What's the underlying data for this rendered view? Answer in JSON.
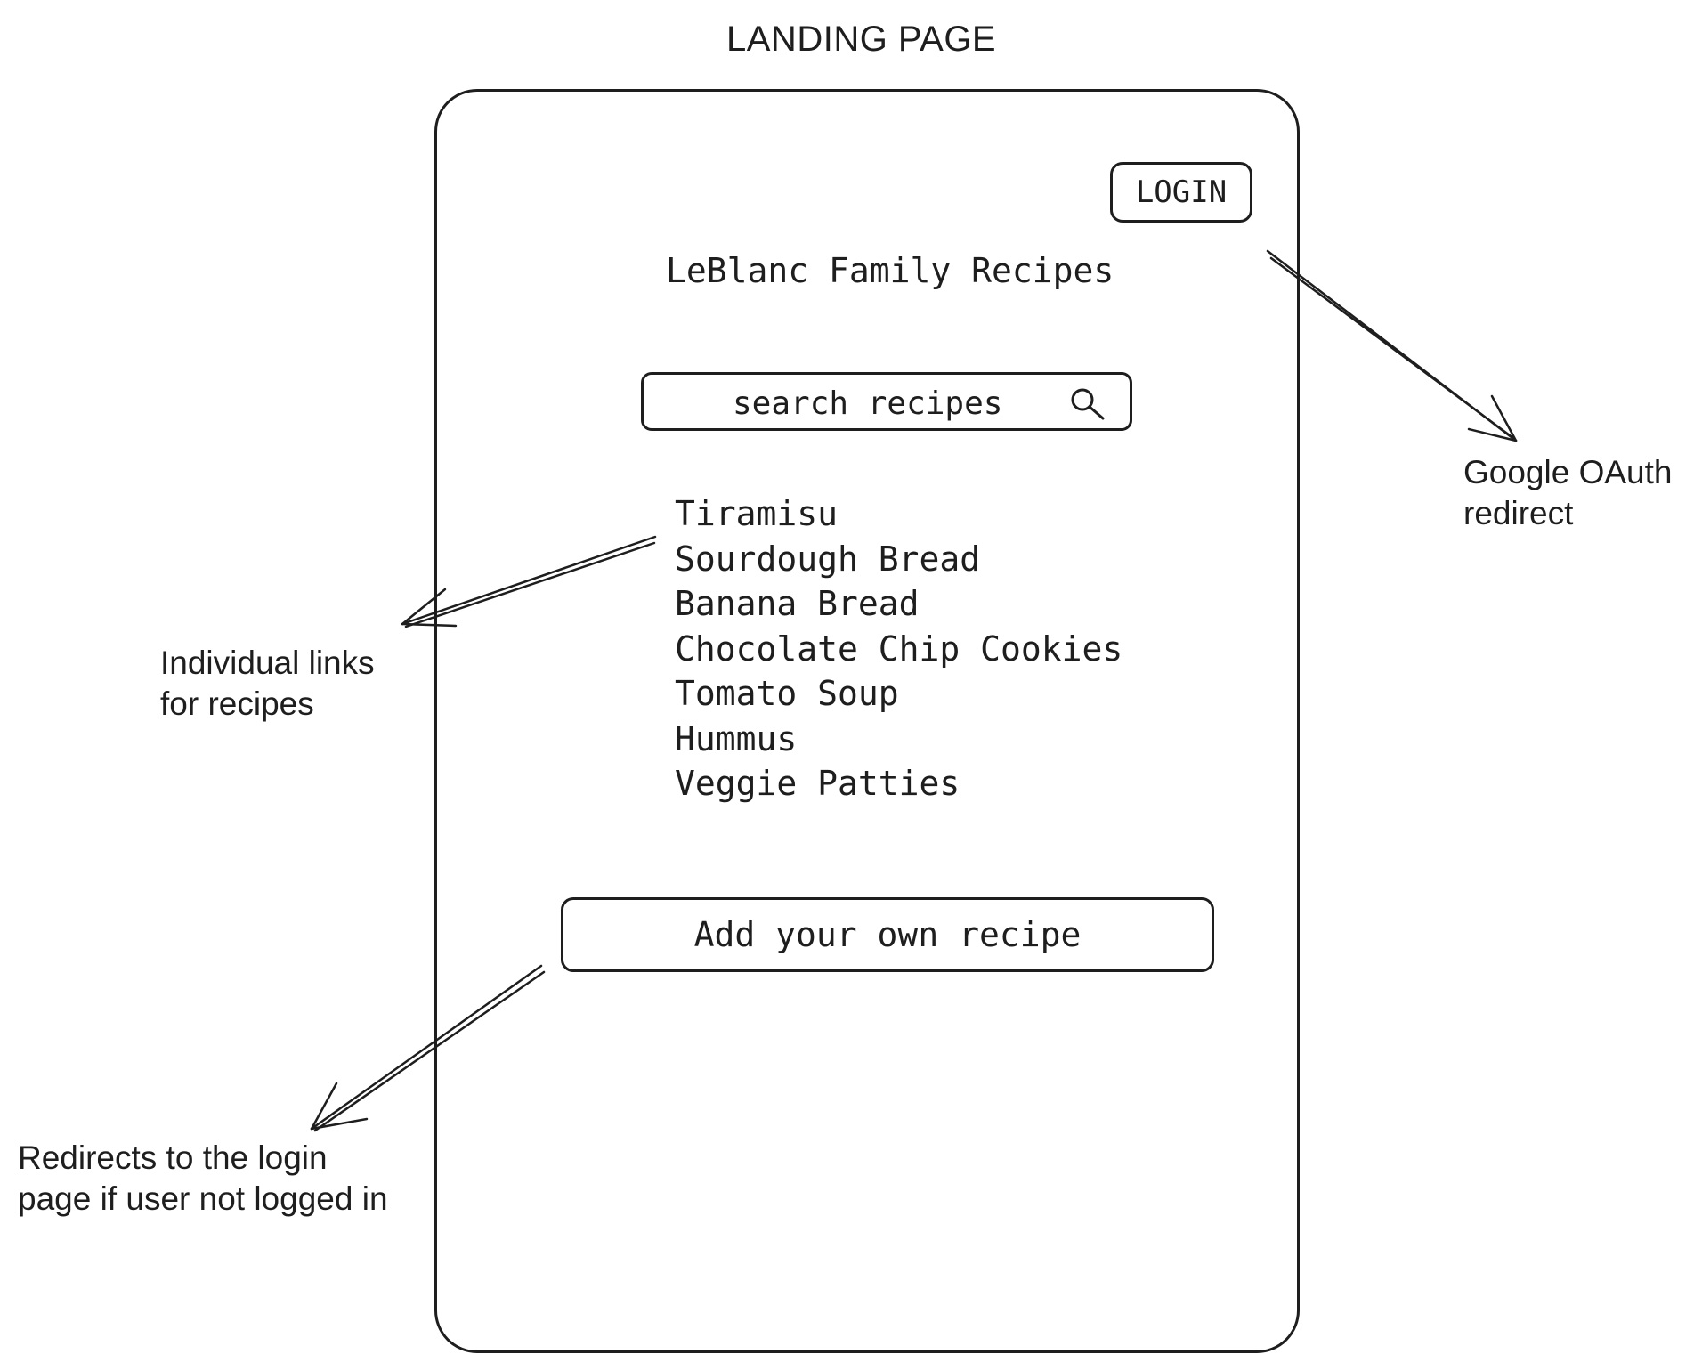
{
  "diagram": {
    "title": "LANDING PAGE"
  },
  "mockup": {
    "login_label": "LOGIN",
    "app_title": "LeBlanc Family Recipes",
    "search": {
      "placeholder": "search recipes",
      "icon": "search-icon"
    },
    "recipes": [
      "Tiramisu",
      "Sourdough Bread",
      "Banana Bread",
      "Chocolate Chip Cookies",
      "Tomato Soup",
      "Hummus",
      "Veggie Patties"
    ],
    "add_recipe_label": "Add your own recipe"
  },
  "annotations": {
    "oauth": "Google OAuth\nredirect",
    "recipe_links": "Individual links\nfor recipes",
    "login_redirect": "Redirects to the login\npage if user not logged in"
  }
}
